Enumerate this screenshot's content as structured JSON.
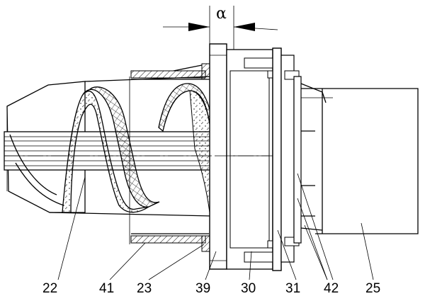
{
  "dimension": {
    "symbol": "α"
  },
  "labels": {
    "l22": "22",
    "l41": "41",
    "l23": "23",
    "l39": "39",
    "l30": "30",
    "l31": "31",
    "l42": "42",
    "l25": "25"
  }
}
